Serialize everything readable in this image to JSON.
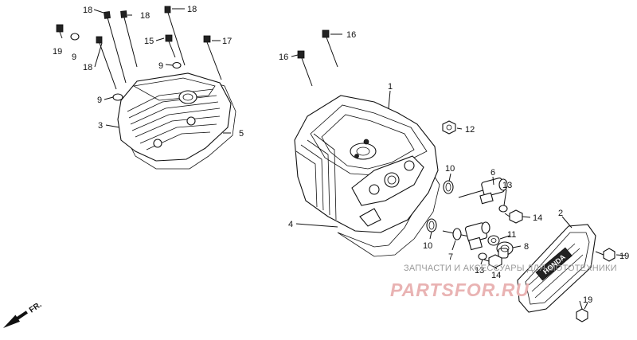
{
  "callouts": {
    "c18a": "18",
    "c18b": "18",
    "c18c": "18",
    "c18d": "18",
    "c19a": "19",
    "c9a": "9",
    "c15": "15",
    "c9b": "9",
    "c17": "17",
    "c9c": "9",
    "c3": "3",
    "c5": "5",
    "c16a": "16",
    "c16b": "16",
    "c1": "1",
    "c12": "12",
    "c10a": "10",
    "c6": "6",
    "c13a": "13",
    "c14a": "14",
    "c4": "4",
    "c2": "2",
    "c11": "11",
    "c10b": "10",
    "c8": "8",
    "c7": "7",
    "c13b": "13",
    "c14b": "14",
    "c19b": "19",
    "c19c": "19"
  },
  "front_marker": "FR.",
  "cover_brand": "HONDA",
  "watermark": {
    "caption": "ЗАПЧАСТИ И АКСЕССУАРЫ ДЛЯ МОТОТЕХНИКИ",
    "logo": "PARTSFOR.RU"
  },
  "colors": {
    "line": "#111111",
    "background": "#ffffff",
    "watermark_logo": "#e9b3b3",
    "watermark_caption": "#9a9a9a"
  }
}
